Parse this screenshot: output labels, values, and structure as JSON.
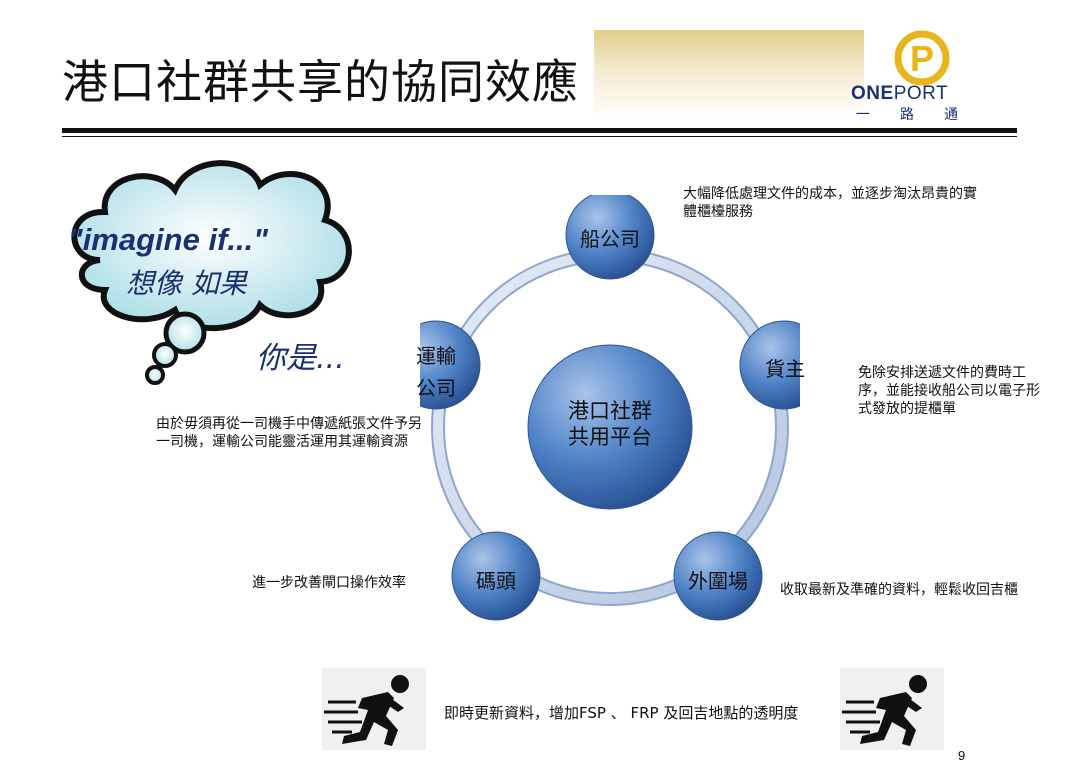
{
  "header": {
    "title": "港口社群共享的協同效應",
    "logo_letter": "P",
    "logo_text_bold": "ONE",
    "logo_text_light": "PORT",
    "logo_chinese": "一路通"
  },
  "cloud": {
    "english": "\"imagine if...\"",
    "chinese": "想像 如果",
    "you_are": "你是..."
  },
  "diagram": {
    "center": [
      "港口社群",
      "共用平台"
    ],
    "nodes": {
      "shipping": "船公司",
      "cargo_owner": "貨主",
      "container_yard": "外圍場",
      "terminal": "碼頭",
      "transport": [
        "運輸",
        "公司"
      ]
    },
    "notes": {
      "shipping": "大幅降低處理文件的成本，並逐步淘汰昂貴的實體櫃檯服務",
      "cargo_owner": "免除安排送遞文件的費時工序，並能接收船公司以電子形式發放的提櫃單",
      "container_yard": "收取最新及準確的資料，輕鬆收回吉櫃",
      "terminal": "進一步改善閘口操作效率",
      "transport": "由於毋須再從一司機手中傳遞紙張文件予另一司機，運輸公司能靈活運用其運輸資源"
    }
  },
  "footer": {
    "text": "即時更新資料，增加FSP 、 FRP 及回吉地點的透明度",
    "page_number": "9"
  },
  "colors": {
    "logo_gold": "#e8b51a",
    "logo_navy": "#1b2f73",
    "node_blue": "#4a7cc0",
    "ring_light": "#c9d6ea"
  }
}
